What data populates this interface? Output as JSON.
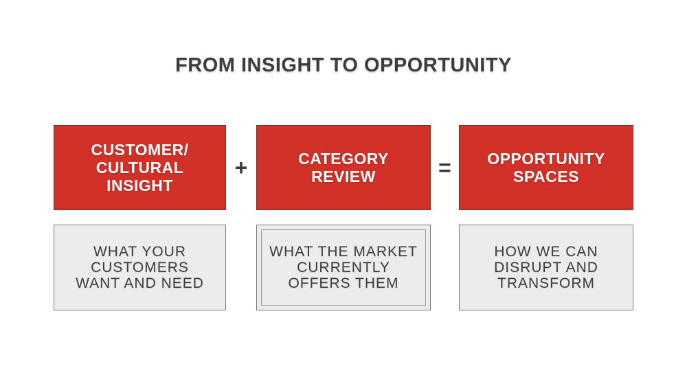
{
  "title": "FROM INSIGHT TO OPPORTUNITY",
  "operators": {
    "plus": "+",
    "equals": "="
  },
  "columns": [
    {
      "heading": "CUSTOMER/\nCULTURAL\nINSIGHT",
      "description": "WHAT YOUR\nCUSTOMERS\nWANT AND NEED"
    },
    {
      "heading": "CATEGORY\nREVIEW",
      "description": "WHAT THE MARKET\nCURRENTLY\nOFFERS THEM"
    },
    {
      "heading": "OPPORTUNITY\nSPACES",
      "description": "HOW WE CAN\nDISRUPT AND\nTRANSFORM"
    }
  ],
  "colors": {
    "heading_box_fill": "#d23127",
    "heading_box_border": "#7a2e27",
    "heading_text": "#ffffff",
    "description_box_fill": "#ececec",
    "description_box_border": "#7b7b7b",
    "description_text": "#3f3f3f",
    "title_text": "#3d3d3d",
    "background": "#ffffff"
  }
}
